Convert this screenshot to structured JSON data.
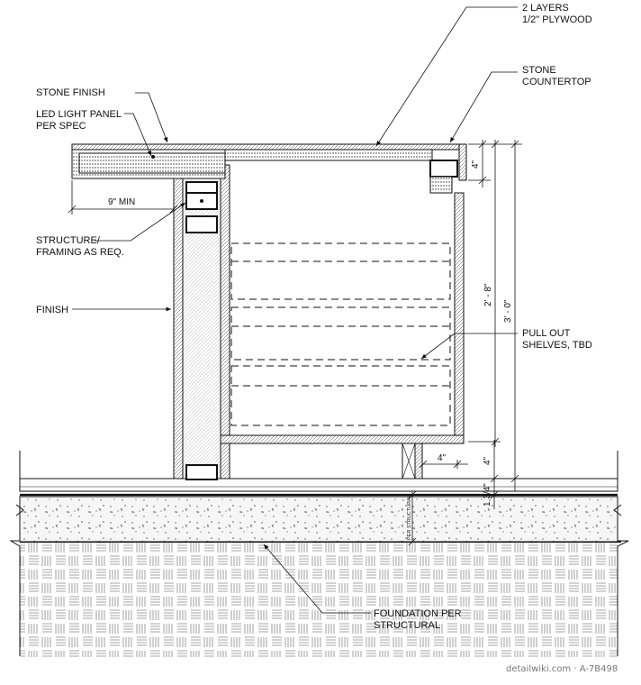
{
  "labels": {
    "plywood_1": "2 LAYERS",
    "plywood_2": "1/2\" PLYWOOD",
    "stone_countertop_1": "STONE",
    "stone_countertop_2": "COUNTERTOP",
    "stone_finish": "STONE FINISH",
    "led_1": "LED LIGHT PANEL",
    "led_2": "PER SPEC",
    "structure_1": "STRUCTURE/",
    "structure_2": "FRAMING AS REQ.",
    "finish": "FINISH",
    "pullout_1": "PULL OUT",
    "pullout_2": "SHELVES, TBD",
    "foundation_1": "FOUNDATION PER",
    "foundation_2": "STRUCTURAL",
    "per_structural": "PER STRUCTURAL"
  },
  "dimensions": {
    "overhang": "9\" MIN",
    "counter_edge": "4\"",
    "cabinet_height": "2' - 8\"",
    "total_height": "3' - 0\"",
    "toe_kick_height": "4\"",
    "toe_kick_depth": "4\"",
    "slab_thickness": "1 3/4\""
  },
  "watermark": "detailwiki.com · A-7B498"
}
